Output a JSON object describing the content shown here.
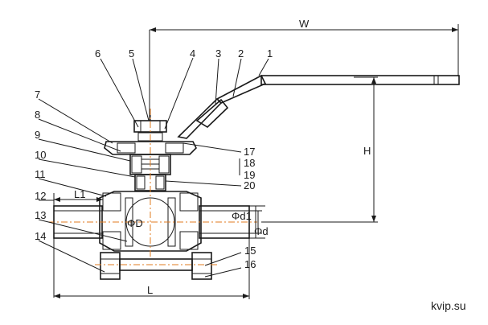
{
  "dimensions": {
    "width_label": "W",
    "height_label": "H",
    "length_label": "L",
    "l1_label": "L1",
    "bore_label": "ΦD",
    "d1_label": "Φd1",
    "d_label": "Φd"
  },
  "part_numbers": [
    "1",
    "2",
    "3",
    "4",
    "5",
    "6",
    "7",
    "8",
    "9",
    "10",
    "11",
    "12",
    "13",
    "14",
    "15",
    "16",
    "17",
    "18",
    "19",
    "20"
  ],
  "watermark": "kvip.su",
  "colors": {
    "line": "#1a1a1a",
    "centerline": "#e07b1f"
  }
}
